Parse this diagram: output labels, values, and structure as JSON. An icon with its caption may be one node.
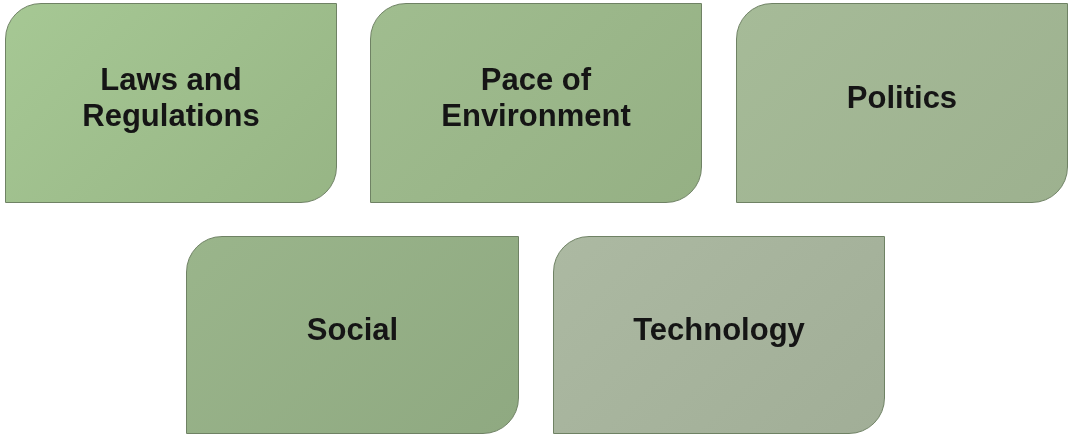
{
  "diagram": {
    "nodes": [
      {
        "text": [
          "Laws and Regulations"
        ]
      },
      {
        "text": [
          "Pace of Environment"
        ]
      },
      {
        "text": [
          "Politics"
        ]
      },
      {
        "text": [
          "Social"
        ]
      },
      {
        "text": [
          "Technology"
        ]
      }
    ]
  }
}
